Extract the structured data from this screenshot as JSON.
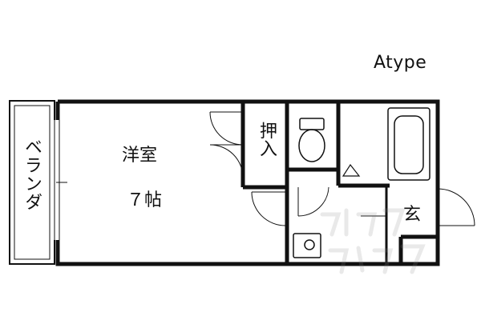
{
  "floorplan": {
    "type_label": "Atype",
    "rooms": {
      "western_room_name": "洋室",
      "western_room_size": "７帖",
      "closet": "押入",
      "balcony": "ベランダ",
      "entrance": "玄"
    },
    "fixtures": [
      "toilet",
      "bathtub",
      "washbasin",
      "doors"
    ]
  }
}
